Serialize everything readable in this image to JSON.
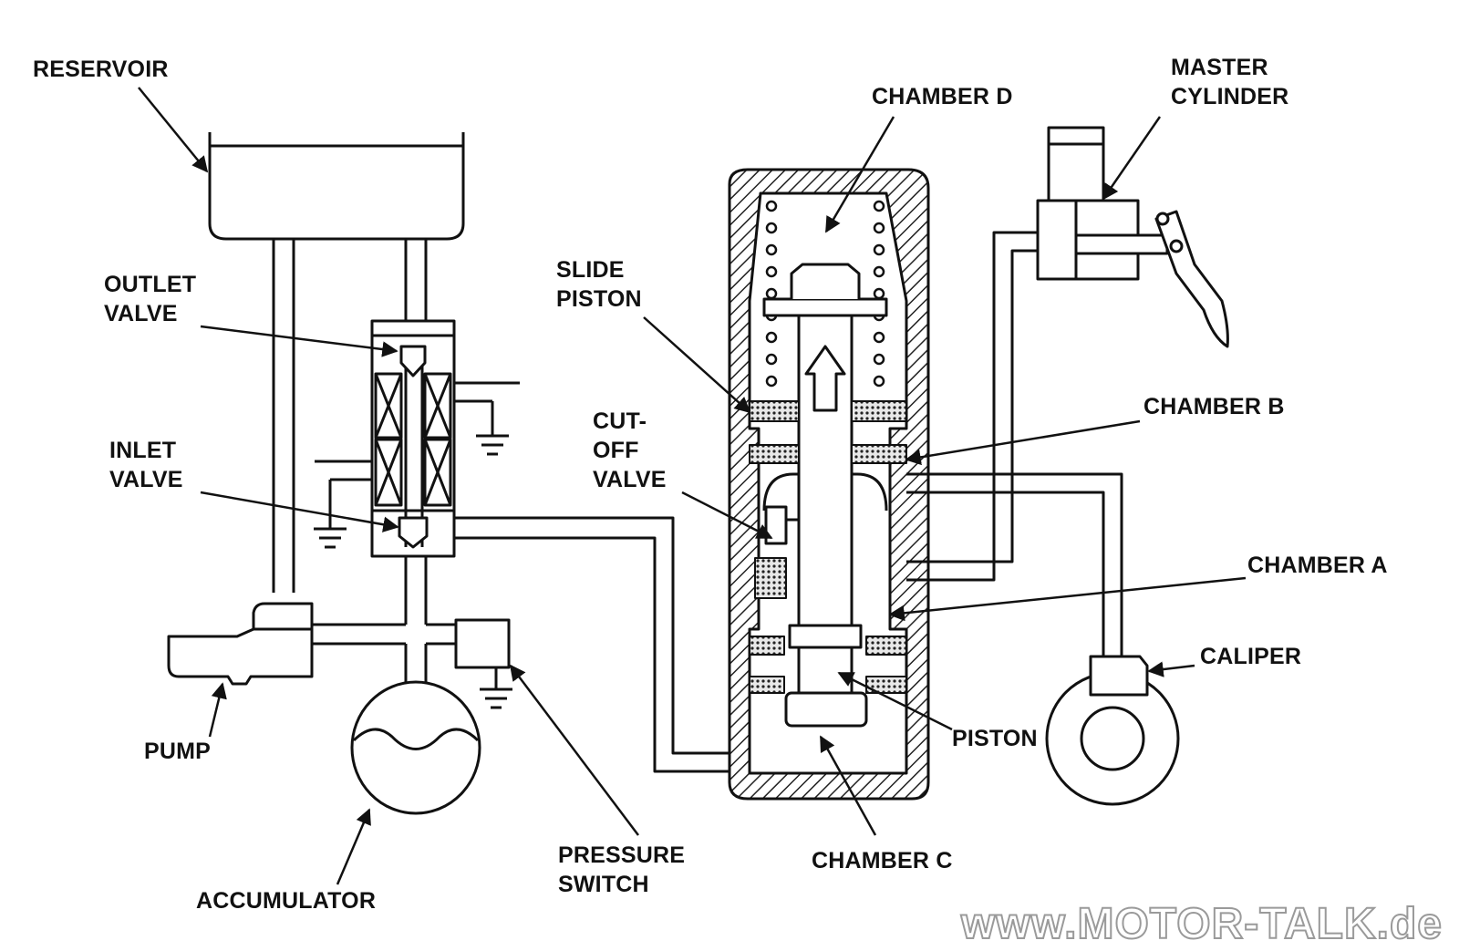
{
  "labels": {
    "reservoir": "RESERVOIR",
    "outlet_valve": "OUTLET\nVALVE",
    "inlet_valve": "INLET\nVALVE",
    "pump": "PUMP",
    "accumulator": "ACCUMULATOR",
    "pressure_switch": "PRESSURE\nSWITCH",
    "slide_piston": "SLIDE\nPISTON",
    "cut_off_valve": "CUT-\nOFF\nVALVE",
    "chamber_d": "CHAMBER D",
    "master_cylinder": "MASTER\nCYLINDER",
    "chamber_b": "CHAMBER B",
    "chamber_a": "CHAMBER A",
    "caliper": "CALIPER",
    "piston": "PISTON",
    "chamber_c": "CHAMBER C"
  },
  "watermark": "www.MOTOR-TALK.de"
}
